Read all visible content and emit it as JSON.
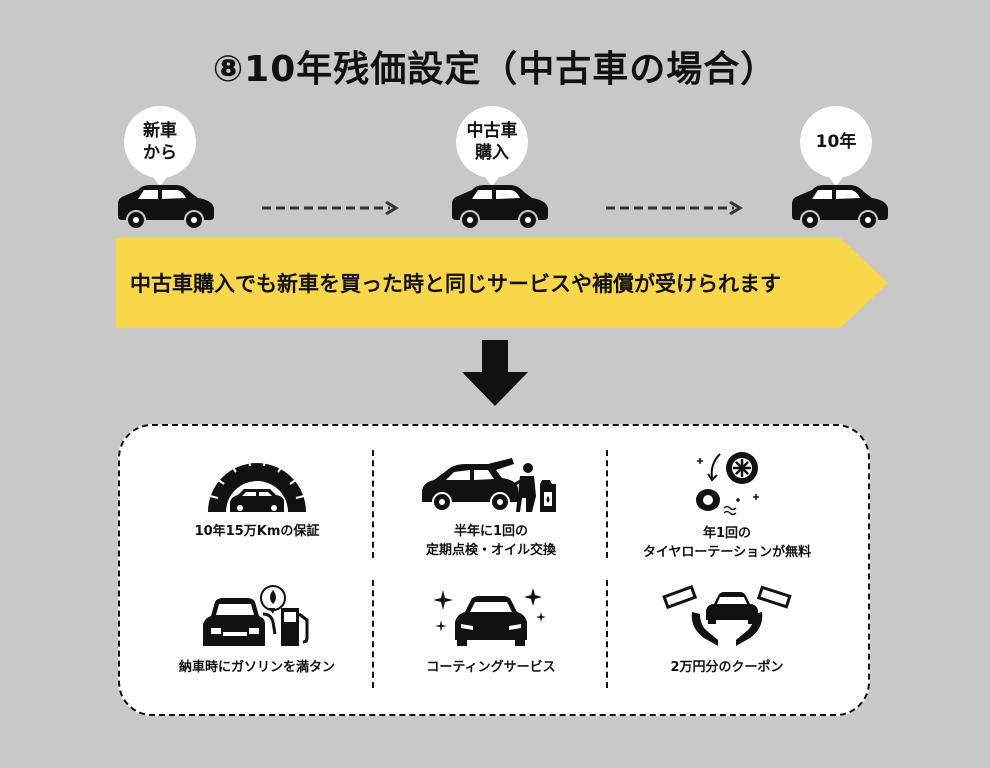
{
  "title": "⑧10年残価設定（中古車の場合）",
  "timeline": [
    {
      "line1": "新車",
      "line2": "から"
    },
    {
      "line1": "中古車",
      "line2": "購入"
    },
    {
      "line1": "10年",
      "line2": ""
    }
  ],
  "banner": "中古車購入でも新車を買った時と同じサービスや補償が受けられます",
  "colors": {
    "background": "#c8c8c8",
    "banner": "#fad64a",
    "ink": "#111111"
  },
  "features": [
    {
      "icon": "speedometer-icon",
      "lines": [
        "10年15万Kmの保証"
      ]
    },
    {
      "icon": "car-inspection-icon",
      "lines": [
        "半年に1回の",
        "定期点検・オイル交換"
      ]
    },
    {
      "icon": "tire-rotation-icon",
      "lines": [
        "年1回の",
        "タイヤローテーションが無料"
      ]
    },
    {
      "icon": "fuel-pump-icon",
      "lines": [
        "納車時にガソリンを満タン"
      ]
    },
    {
      "icon": "sparkling-car-icon",
      "lines": [
        "コーティングサービス"
      ]
    },
    {
      "icon": "coupon-hands-icon",
      "lines": [
        "2万円分のクーポン"
      ]
    }
  ]
}
